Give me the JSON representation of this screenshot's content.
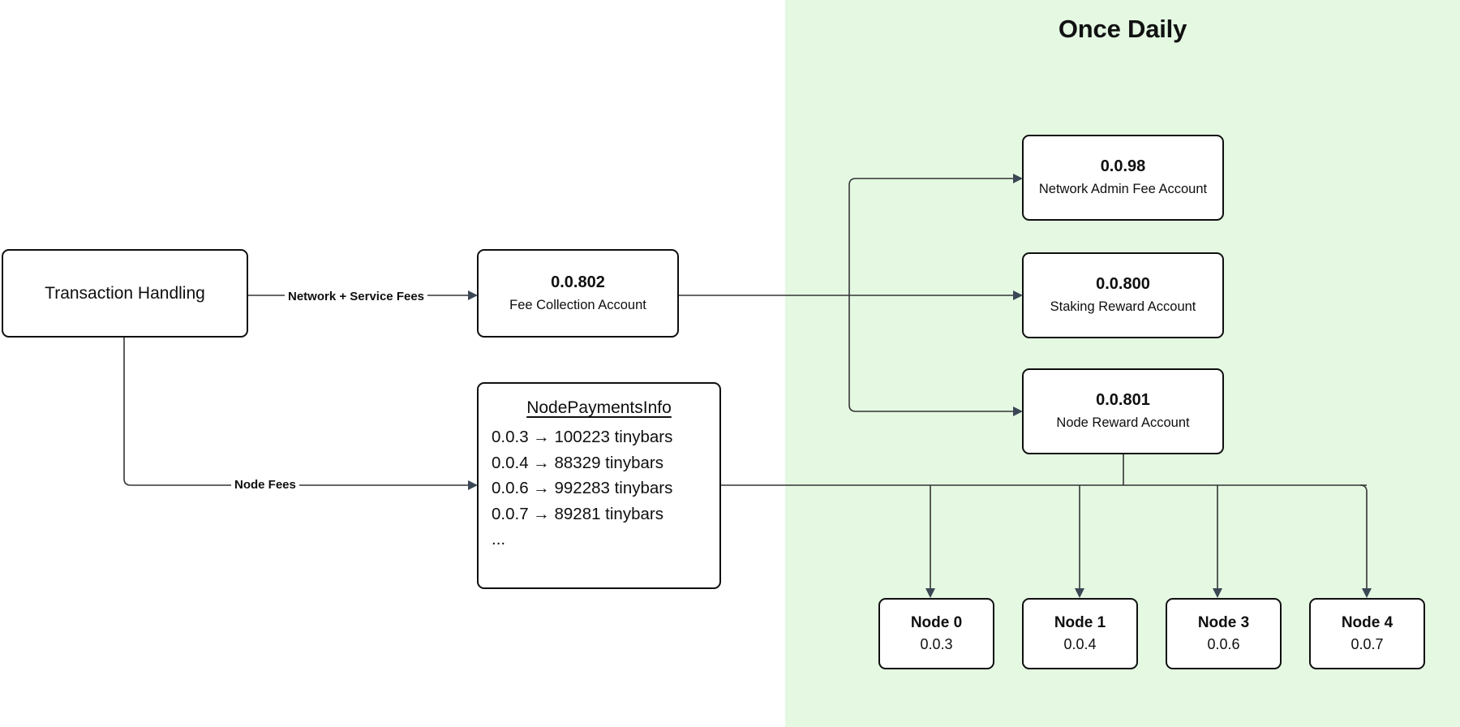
{
  "panel": {
    "title": "Once Daily",
    "bg_color": "#e4f8e2"
  },
  "nodes": {
    "transaction_handling": {
      "label": "Transaction Handling"
    },
    "fee_collection": {
      "id": "0.0.802",
      "name": "Fee Collection Account"
    },
    "node_payments_info": {
      "heading": "NodePaymentsInfo",
      "rows": [
        "0.0.3 → 100223 tinybars",
        "0.0.4 → 88329 tinybars",
        "0.0.6 → 992283 tinybars",
        "0.0.7 → 89281 tinybars",
        "..."
      ]
    },
    "account_98": {
      "id": "0.0.98",
      "name": "Network Admin Fee Account"
    },
    "account_800": {
      "id": "0.0.800",
      "name": "Staking Reward Account"
    },
    "account_801": {
      "id": "0.0.801",
      "name": "Node Reward Account"
    },
    "node_0": {
      "label": "Node 0",
      "account": "0.0.3"
    },
    "node_1": {
      "label": "Node 1",
      "account": "0.0.4"
    },
    "node_3": {
      "label": "Node 3",
      "account": "0.0.6"
    },
    "node_4": {
      "label": "Node 4",
      "account": "0.0.7"
    }
  },
  "edges": {
    "network_service_fees": "Network + Service Fees",
    "node_fees": "Node Fees"
  },
  "colors": {
    "panel_background": "#e4f8e2",
    "box_border": "#0f0f0f",
    "box_fill": "#ffffff",
    "edge_stroke": "#353535",
    "text": "#0f0f0f"
  }
}
